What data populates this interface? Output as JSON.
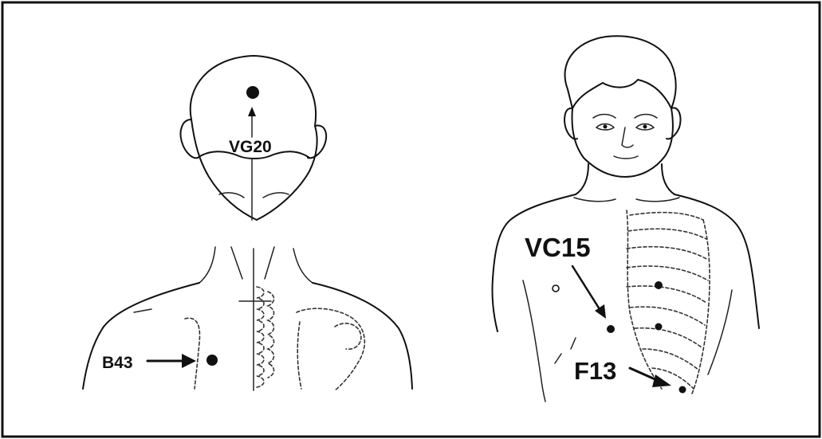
{
  "points": [
    {
      "id": "vg20",
      "label": "VG20"
    },
    {
      "id": "b43",
      "label": "B43"
    },
    {
      "id": "vc15",
      "label": "VC15"
    },
    {
      "id": "f13",
      "label": "F13"
    }
  ],
  "colors": {
    "ink": "#111111",
    "background": "#ffffff"
  }
}
